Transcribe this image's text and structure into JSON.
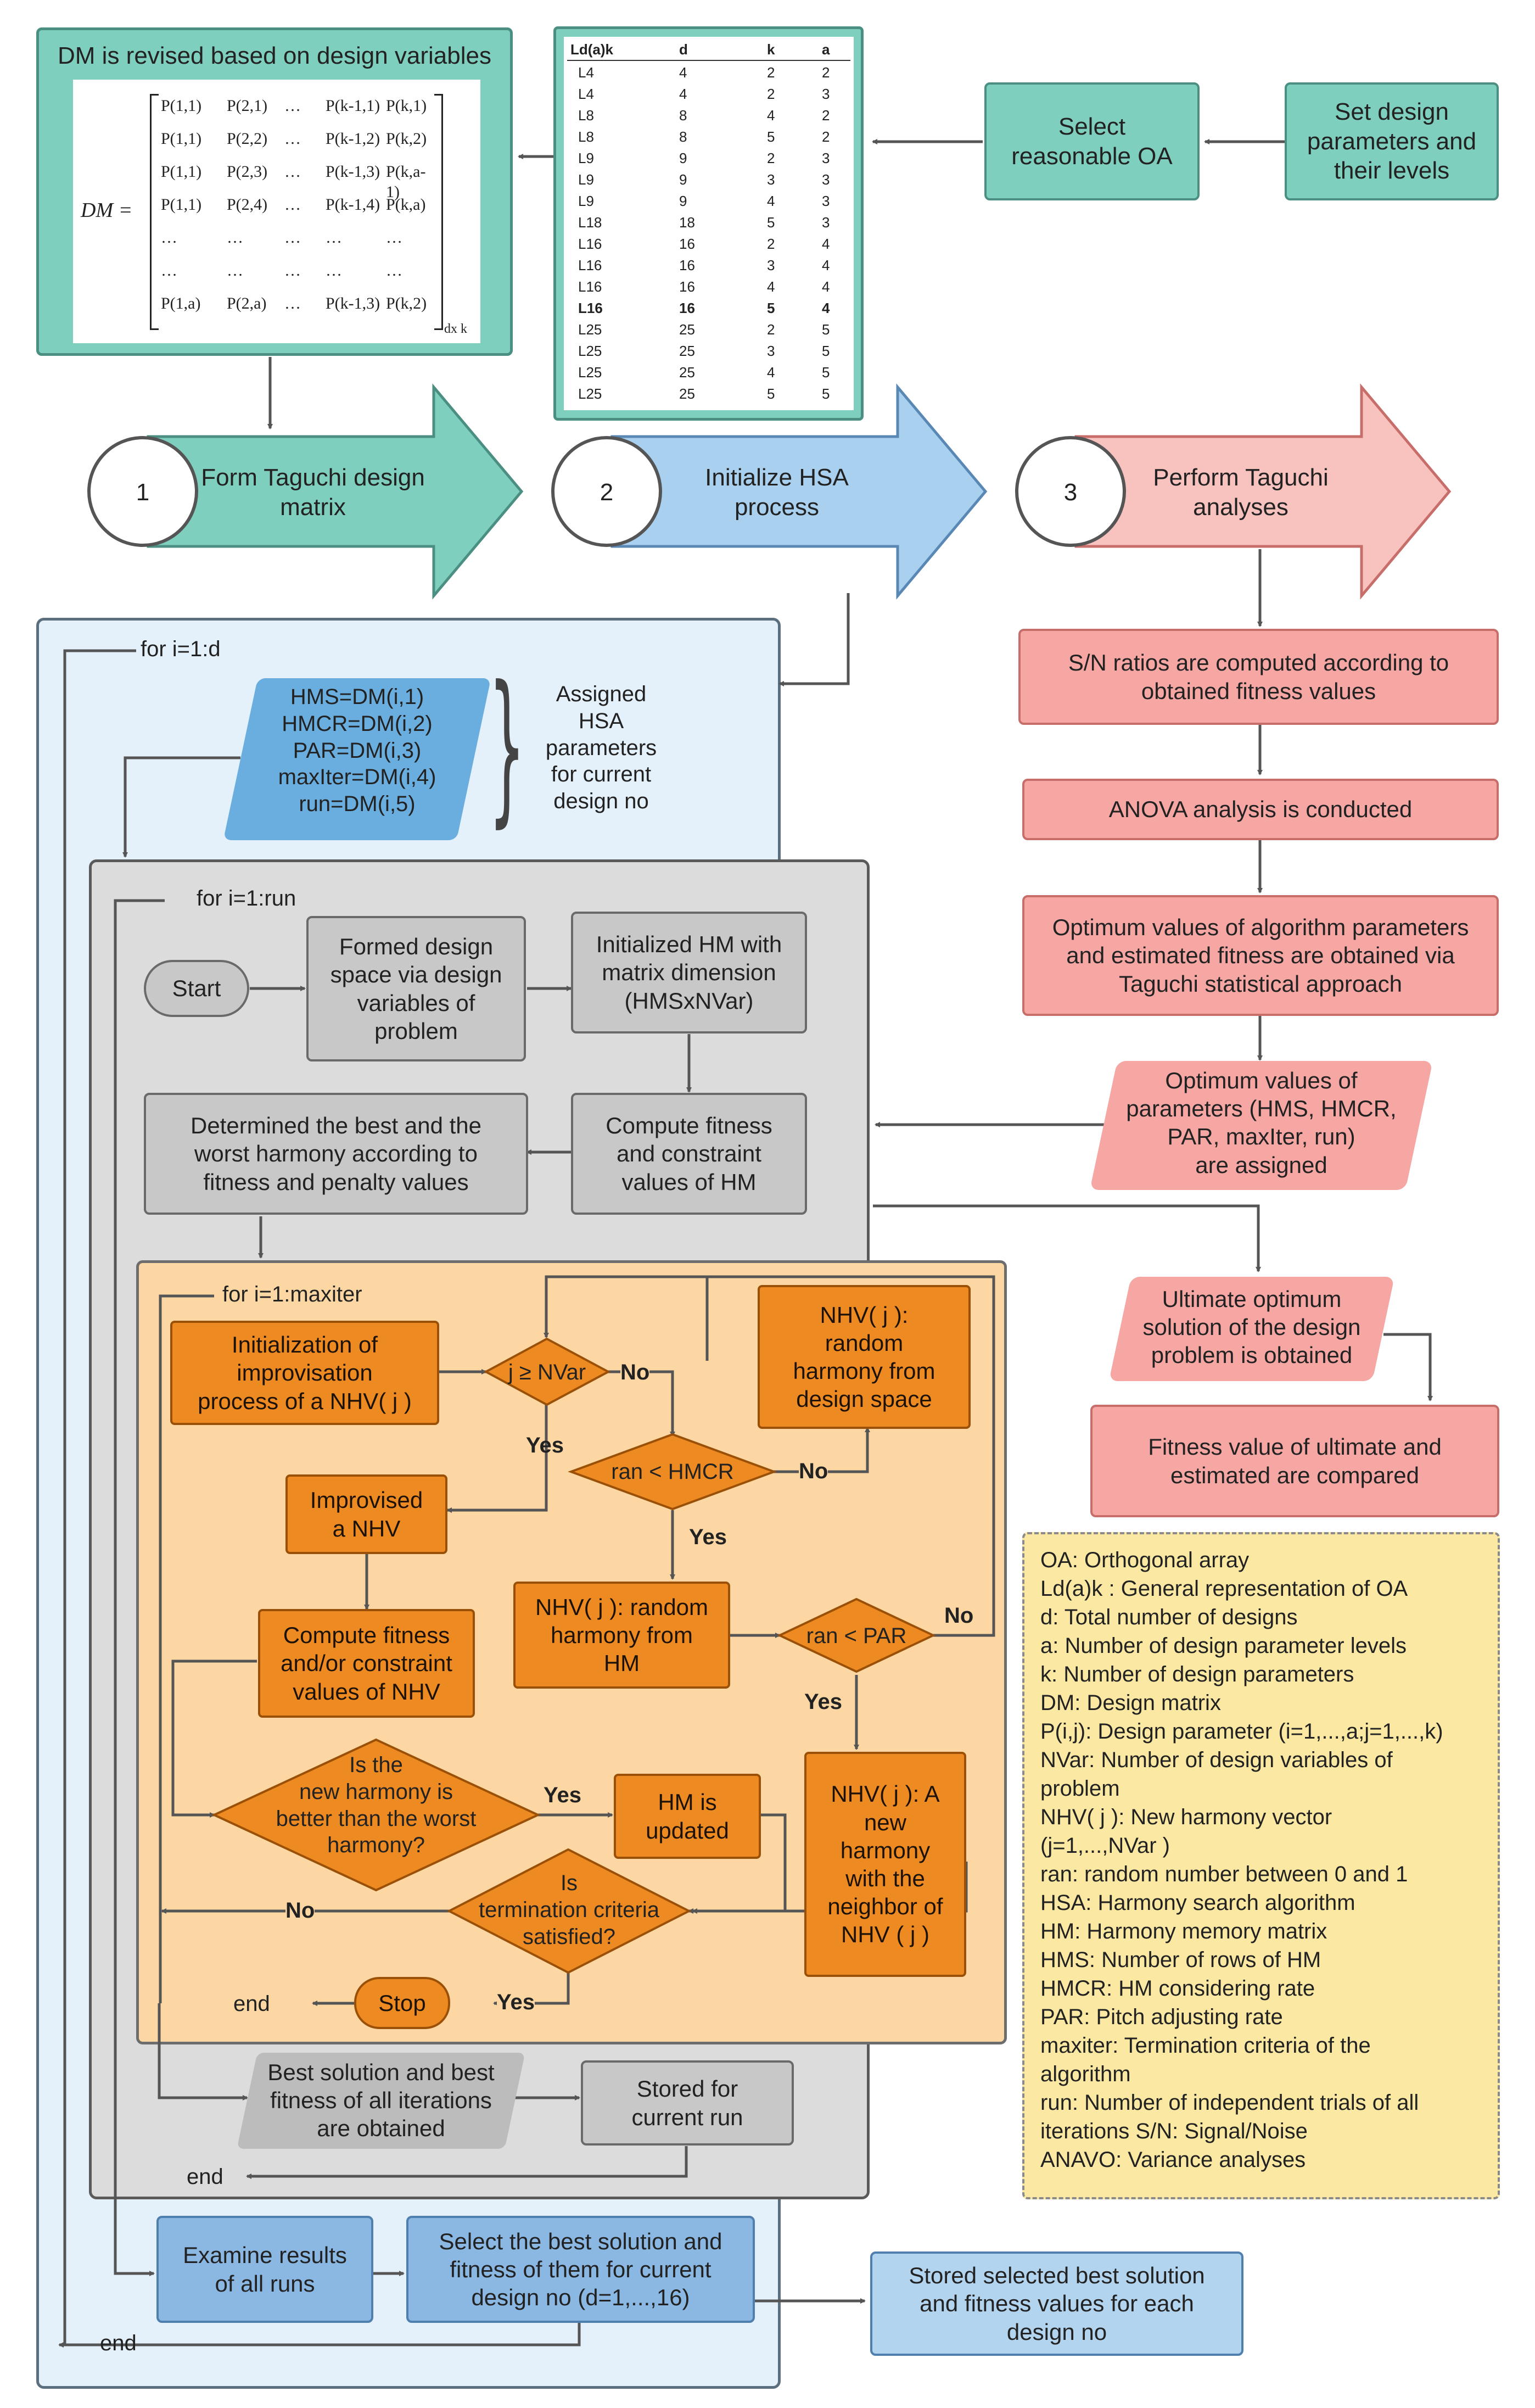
{
  "dm_box": {
    "title": "DM is revised based on design variables",
    "dm_label": "DM =",
    "subscript": "dx k",
    "matrix_rows": [
      [
        "P(1,1)",
        "P(2,1)",
        "…",
        "P(k-1,1)",
        "P(k,1)"
      ],
      [
        "P(1,1)",
        "P(2,2)",
        "…",
        "P(k-1,2)",
        "P(k,2)"
      ],
      [
        "P(1,1)",
        "P(2,3)",
        "…",
        "P(k-1,3)",
        "P(k,a-1)"
      ],
      [
        "P(1,1)",
        "P(2,4)",
        "…",
        "P(k-1,4)",
        "P(k,a)"
      ],
      [
        "…",
        "…",
        "…",
        "…",
        "…"
      ],
      [
        "…",
        "…",
        "…",
        "…",
        "…"
      ],
      [
        "P(1,a)",
        "P(2,a)",
        "…",
        "P(k-1,3)",
        "P(k,2)"
      ]
    ]
  },
  "oa_table": {
    "headers": [
      "Ld(a)k",
      "d",
      "k",
      "a"
    ],
    "rows": [
      [
        "L4",
        "4",
        "2",
        "2"
      ],
      [
        "L4",
        "4",
        "2",
        "3"
      ],
      [
        "L8",
        "8",
        "4",
        "2"
      ],
      [
        "L8",
        "8",
        "5",
        "2"
      ],
      [
        "L9",
        "9",
        "2",
        "3"
      ],
      [
        "L9",
        "9",
        "3",
        "3"
      ],
      [
        "L9",
        "9",
        "4",
        "3"
      ],
      [
        "L18",
        "18",
        "5",
        "3"
      ],
      [
        "L16",
        "16",
        "2",
        "4"
      ],
      [
        "L16",
        "16",
        "3",
        "4"
      ],
      [
        "L16",
        "16",
        "4",
        "4"
      ],
      [
        "L16",
        "16",
        "5",
        "4"
      ],
      [
        "L25",
        "25",
        "2",
        "5"
      ],
      [
        "L25",
        "25",
        "3",
        "5"
      ],
      [
        "L25",
        "25",
        "4",
        "5"
      ],
      [
        "L25",
        "25",
        "5",
        "5"
      ]
    ],
    "bold_row": 11
  },
  "top": {
    "select_oa": "Select\nreasonable OA",
    "set_params": "Set design\nparameters and\ntheir levels"
  },
  "steps": [
    {
      "num": "1",
      "label": "Form Taguchi design\nmatrix",
      "color": "#7fcfbf",
      "stroke": "#4b8f82"
    },
    {
      "num": "2",
      "label": "Initialize HSA\nprocess",
      "color": "#a9d0ee",
      "stroke": "#5a88b4"
    },
    {
      "num": "3",
      "label": "Perform Taguchi\nanalyses",
      "color": "#f8c2bf",
      "stroke": "#c76e6b"
    }
  ],
  "right": {
    "sn": "S/N ratios are computed according to\nobtained fitness values",
    "anova": "ANOVA analysis is conducted",
    "optimum_est": "Optimum values of algorithm parameters\nand estimated fitness are obtained via\nTaguchi statistical approach",
    "optimum_params": "Optimum values of\nparameters (HMS, HMCR,\nPAR, maxIter, run)\nare assigned",
    "ultimate": "Ultimate optimum\nsolution of the design\nproblem is obtained",
    "compare": "Fitness value of ultimate and\nestimated are compared"
  },
  "outer": {
    "loop": "for i=1:d",
    "assign": "HMS=DM(i,1)\nHMCR=DM(i,2)\nPAR=DM(i,3)\nmaxIter=DM(i,4)\nrun=DM(i,5)",
    "assigned_note": "Assigned\nHSA\nparameters\nfor current\ndesign no",
    "end": "end"
  },
  "run_loop": {
    "loop": "for i=1:run",
    "start": "Start",
    "formed": "Formed design\nspace via design\nvariables of\nproblem",
    "init_hm": "Initialized HM with\nmatrix dimension\n(HMSxNVar)",
    "compute_hm": "Compute fitness\nand constraint\nvalues of HM",
    "best_worst": "Determined the best and the\nworst harmony according to\nfitness and penalty values",
    "best_solution": "Best solution and best\nfitness of all iterations\nare obtained",
    "stored_run": "Stored for\ncurrent run",
    "end": "end"
  },
  "iter": {
    "loop": "for i=1:maxiter",
    "init_nhv": "Initialization of\nimprovisation\nprocess of a NHV( j )",
    "cond_j": "j ≥ NVar",
    "nhv_random_space": "NHV( j ):\nrandom\nharmony from\ndesign space",
    "hmcr": "ran < HMCR",
    "improvised": "Improvised\na NHV",
    "nhv_random_hm": "NHV( j ): random\nharmony from\nHM",
    "par": "ran < PAR",
    "compute_nhv": "Compute fitness\nand/or constraint\nvalues of NHV",
    "nhv_neighbor": "NHV( j ): A\nnew\nharmony\nwith the\nneighbor of\nNHV ( j )",
    "better": "Is the\nnew harmony is\nbetter than the worst\nharmony?",
    "hm_updated": "HM is\nupdated",
    "termination": "Is\ntermination criteria\nsatisfied?",
    "stop": "Stop",
    "end": "end",
    "yes": "Yes",
    "no": "No"
  },
  "bottom": {
    "examine": "Examine results\nof all runs",
    "select_best": "Select the best solution and\nfitness of them for current\ndesign no (d=1,...,16)",
    "stored_best": "Stored selected best solution\nand fitness values for each\ndesign no"
  },
  "legend": [
    "OA: Orthogonal array",
    "Ld(a)k : General representation of OA",
    "d: Total number of designs",
    "a: Number of design parameter levels",
    "k: Number of design parameters",
    "DM: Design matrix",
    "P(i,j): Design parameter (i=1,...,a;j=1,...,k)",
    "NVar: Number of design variables of\nproblem",
    "NHV( j ): New harmony vector\n(j=1,...,NVar )",
    "ran: random number between 0 and 1",
    "HSA: Harmony search algorithm",
    "HM: Harmony memory matrix",
    "HMS: Number of rows of HM",
    "HMCR: HM considering rate",
    "PAR: Pitch adjusting rate",
    "maxiter: Termination criteria of the\nalgorithm",
    "run: Number of independent trials of all\niterations S/N: Signal/Noise",
    "ANAVO: Variance analyses"
  ]
}
